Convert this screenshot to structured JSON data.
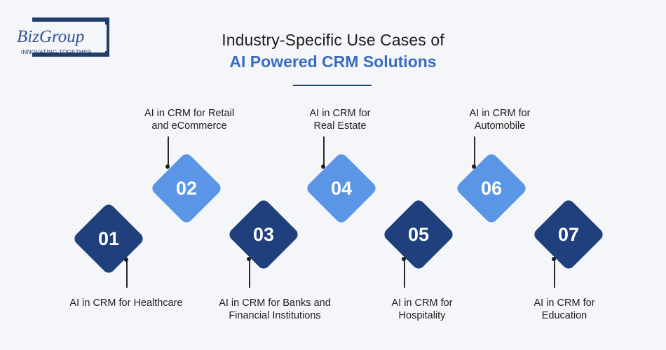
{
  "logo": {
    "name": "BizGroup",
    "tagline": "INNOVATING TOGETHER"
  },
  "title": {
    "line1": "Industry-Specific Use Cases of",
    "line2": "AI Powered CRM Solutions"
  },
  "colors": {
    "dark": "#1f3f7d",
    "light": "#5b96e6",
    "title_accent": "#3a6bc2"
  },
  "items": [
    {
      "number": "01",
      "label_lines": [
        "AI in CRM for Healthcare"
      ]
    },
    {
      "number": "02",
      "label_lines": [
        "AI in CRM for Retail",
        "and eCommerce"
      ]
    },
    {
      "number": "03",
      "label_lines": [
        "AI in CRM for Banks and",
        "Financial Institutions"
      ]
    },
    {
      "number": "04",
      "label_lines": [
        "AI in CRM for",
        "Real Estate"
      ]
    },
    {
      "number": "05",
      "label_lines": [
        "AI in CRM for",
        "Hospitality"
      ]
    },
    {
      "number": "06",
      "label_lines": [
        "AI in CRM for",
        "Automobile"
      ]
    },
    {
      "number": "07",
      "label_lines": [
        "AI in CRM for",
        "Education"
      ]
    }
  ]
}
